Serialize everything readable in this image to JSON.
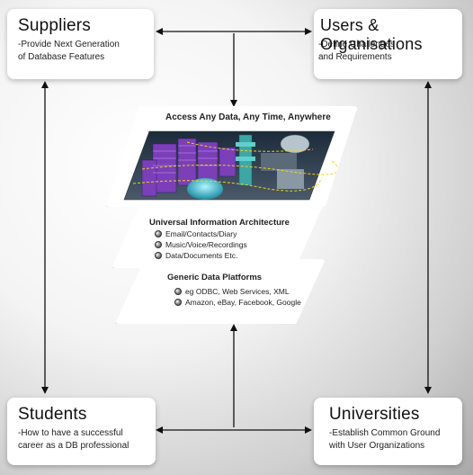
{
  "suppliers": {
    "title": "Suppliers",
    "desc": "-Provide Next Generation\nof Database Features"
  },
  "users": {
    "title": "Users & Organisations",
    "desc": "-Define Challenges\nand Requirements"
  },
  "students": {
    "title": "Students",
    "desc": "-How to have a successful\ncareer as a DB professional"
  },
  "universities": {
    "title": "Universities",
    "desc": "-Establish Common Ground\nwith User Organizations"
  },
  "layer_access": {
    "title": "Access Any Data, Any Time, Anywhere",
    "image_icon": "futuristic-city-icon"
  },
  "layer_uia": {
    "title": "Universal Information Architecture",
    "bullets": [
      "Email/Contacts/Diary",
      "Music/Voice/Recordings",
      "Data/Documents Etc."
    ]
  },
  "layer_gdp": {
    "title": "Generic Data Platforms",
    "bullets": [
      "eg ODBC, Web Services, XML",
      "Amazon, eBay, Facebook, Google"
    ]
  }
}
